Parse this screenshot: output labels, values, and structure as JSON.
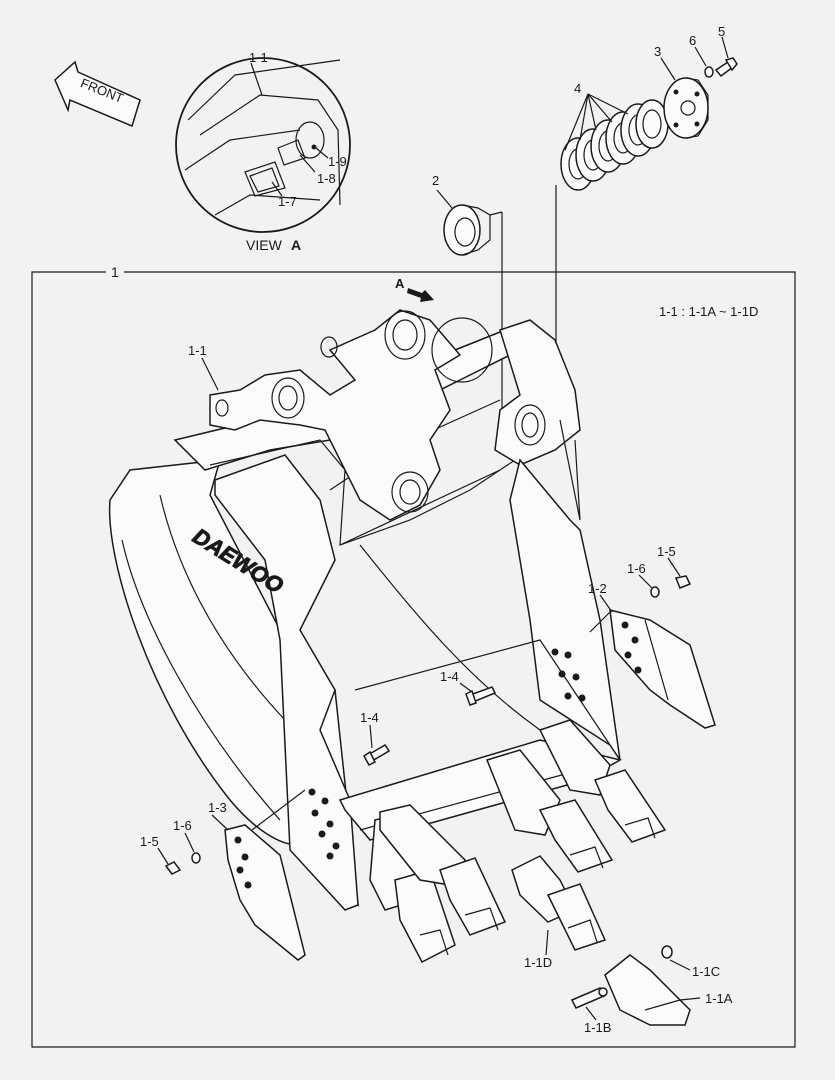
{
  "front_arrow": {
    "text": "FRONT"
  },
  "view_a": {
    "title": "VIEW",
    "letter": "A"
  },
  "view_arrow": {
    "letter": "A"
  },
  "frame": {
    "number": "1"
  },
  "note": "1-1 : 1-1A ~ 1-1D",
  "logo": "DAEWOO",
  "labels": {
    "inset_1_1": "1-1",
    "inset_1_9": "1-9",
    "inset_1_8": "1-8",
    "inset_1_7": "1-7",
    "p2": "2",
    "p3": "3",
    "p4": "4",
    "p5": "5",
    "p6": "6",
    "bucket_1_1": "1-1",
    "right_1_5": "1-5",
    "right_1_6": "1-6",
    "right_1_2": "1-2",
    "center_1_4": "1-4",
    "left_1_4": "1-4",
    "left_1_3": "1-3",
    "left_1_6": "1-6",
    "left_1_5": "1-5",
    "tooth_1_1D": "1-1D",
    "tooth_1_1C": "1-1C",
    "tooth_1_1A": "1-1A",
    "tooth_1_1B": "1-1B"
  }
}
